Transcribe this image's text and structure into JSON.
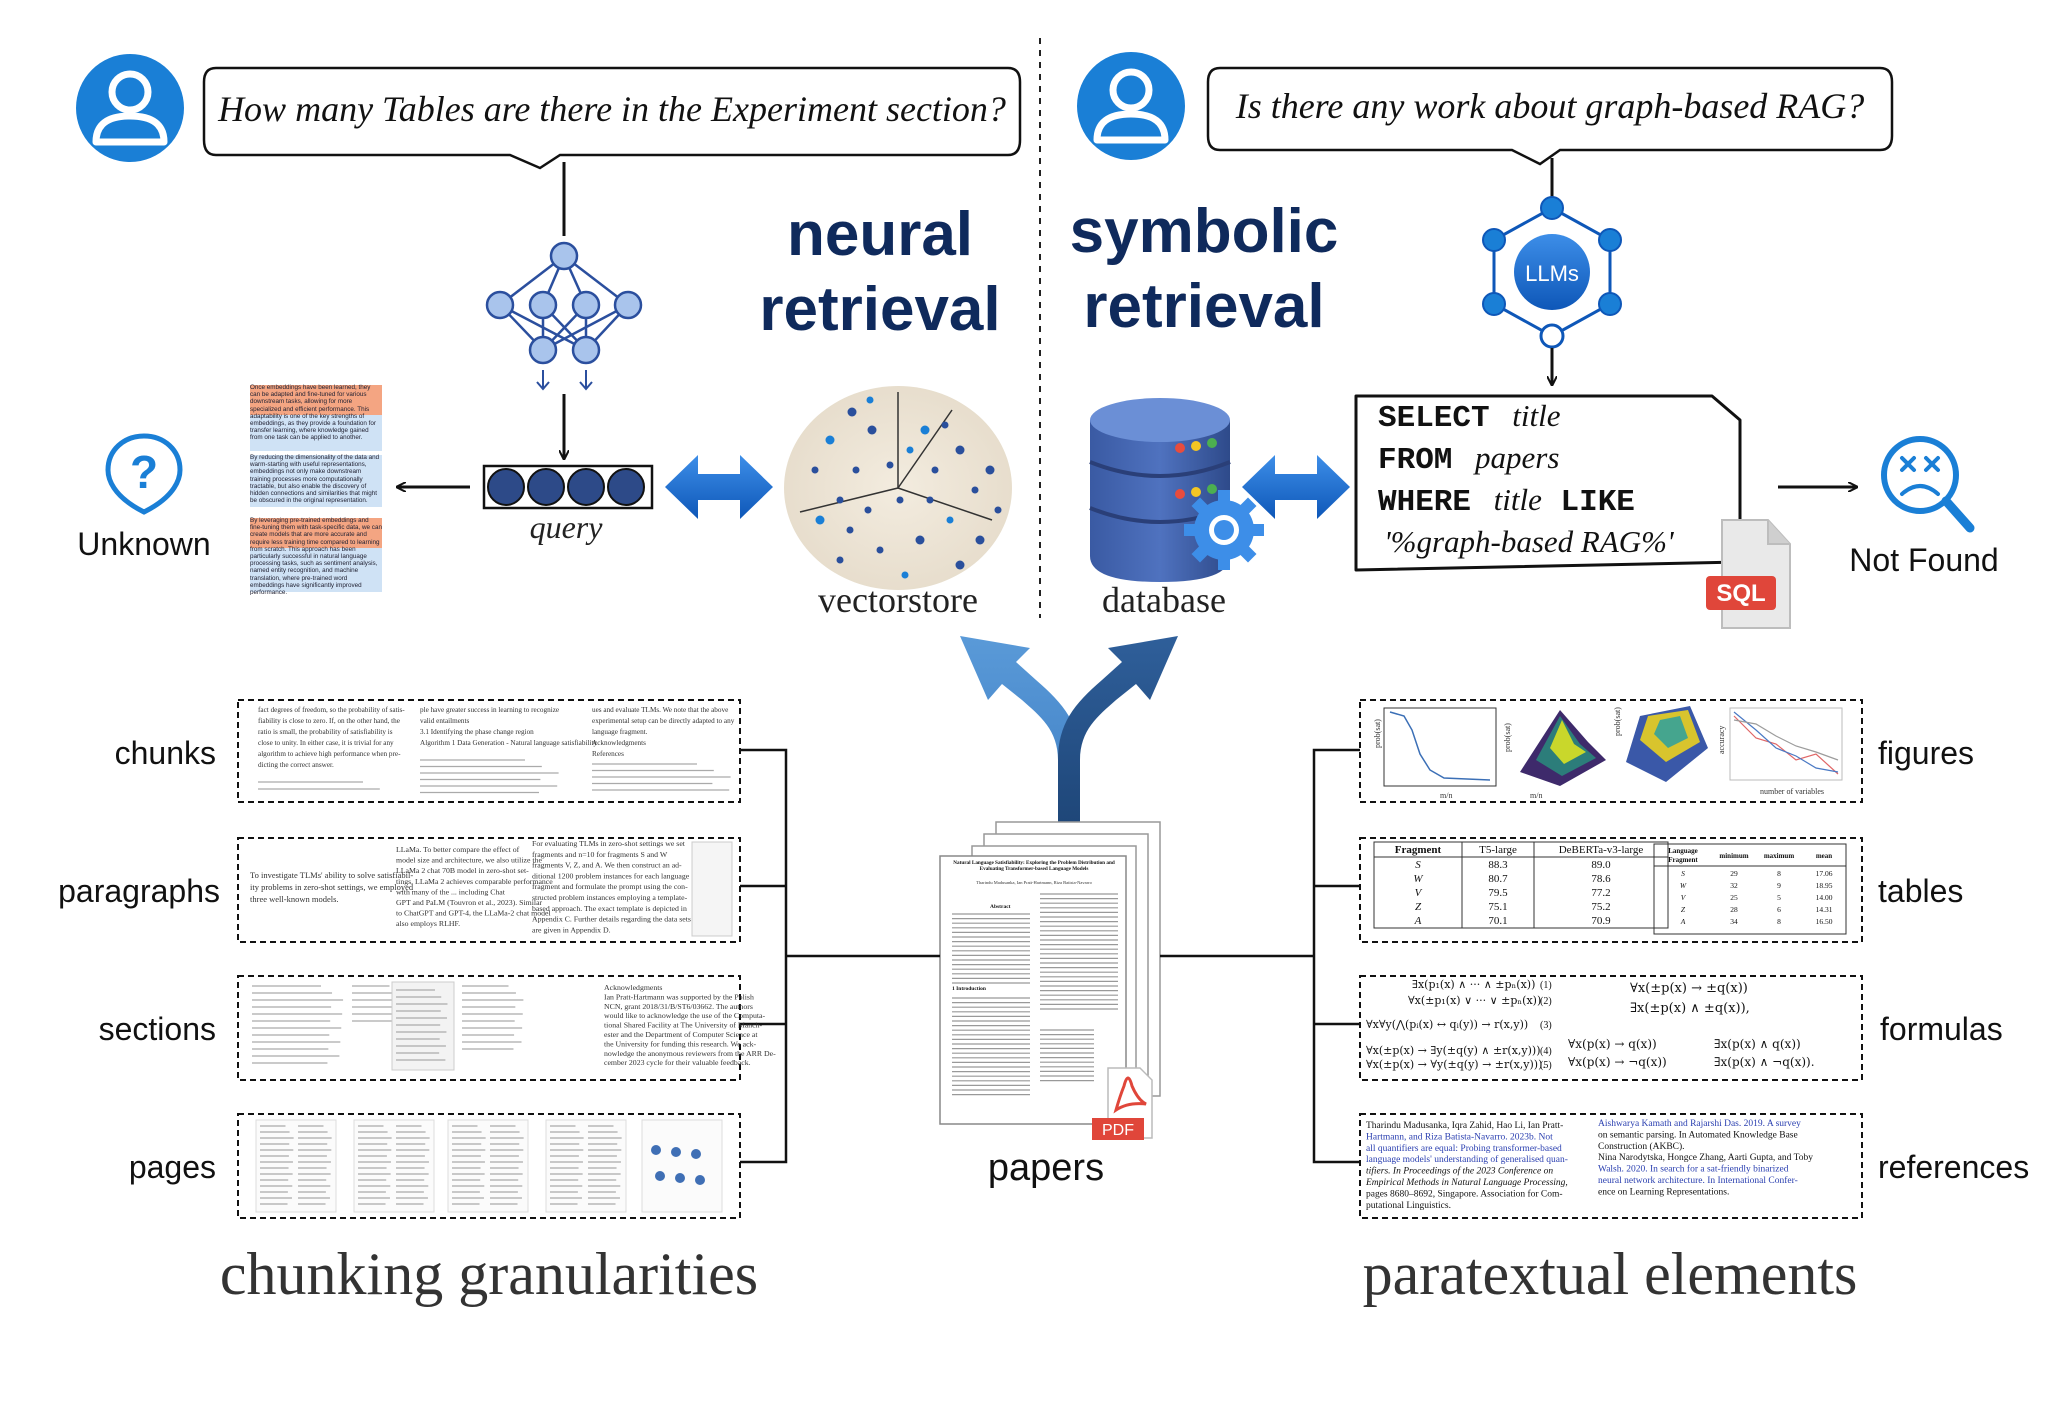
{
  "left_panel": {
    "question": "How many Tables are there in the Experiment section?",
    "title_line1": "neural",
    "title_line2": "retrieval",
    "query_label": "query",
    "unknown_label": "Unknown",
    "vectorstore_label": "vectorstore",
    "chunk_texts": [
      "Once embeddings have been learned, they can be adapted and fine-tuned for various downstream tasks, allowing for more specialized and efficient performance. This adaptability is one of the key strengths of embeddings, as they provide a foundation for transfer learning, where knowledge gained from one task can be applied to another.",
      "By reducing the dimensionality of the data and warm-starting with useful representations, embeddings not only make downstream training processes more computationally tractable, but also enable the discovery of hidden connections and similarities that might be obscured in the original representation.",
      "By leveraging pre-trained embeddings and fine-tuning them with task-specific data, we can create models that are more accurate and require less training time compared to learning from scratch. This approach has been particularly successful in natural language processing tasks, such as sentiment analysis, named entity recognition, and machine translation, where pre-trained word embeddings have significantly improved performance."
    ]
  },
  "right_panel": {
    "question": "Is there any work about graph-based RAG?",
    "title_line1": "symbolic",
    "title_line2": "retrieval",
    "llm_label": "LLMs",
    "database_label": "database",
    "not_found_label": "Not Found",
    "sql_badge": "SQL",
    "sql": {
      "line1_kw": "SELECT",
      "line1_val": "title",
      "line2_kw": "FROM",
      "line2_val": "papers",
      "line3_kw1": "WHERE",
      "line3_val": "title",
      "line3_kw2": "LIKE",
      "line4_val": "'%graph-based RAG%'"
    }
  },
  "bottom": {
    "papers_label": "papers",
    "pdf_badge": "PDF",
    "chunking_title": "chunking granularities",
    "paratextual_title": "paratextual elements",
    "granularities": [
      "chunks",
      "paragraphs",
      "sections",
      "pages"
    ],
    "elements": [
      "figures",
      "tables",
      "formulas",
      "references"
    ]
  },
  "sample_content": {
    "chunks_text": [
      "fact degrees of freedom, so the probability of satis-",
      "fiability is close to zero. If, on the other hand, the",
      "ratio is small, the probability of satisfiability is",
      "close to unity. In either case, it is trivial for any",
      "algorithm to achieve high performance when pre-",
      "dicting the correct answer."
    ],
    "chunks_mid": [
      "ple have greater success in learning to recognize",
      "valid entailments",
      "3.1 Identifying the phase change region",
      "Algorithm 1 Data Generation - Natural language satisfiability"
    ],
    "chunks_right": [
      "ues and evaluate TLMs. We note that the above",
      "experimental setup can be directly adapted to any",
      "language fragment.",
      "Acknowledgments",
      "References"
    ],
    "paragraphs_left": [
      "To investigate TLMs' ability to solve satisfiabil-",
      "ity problems in zero-shot settings, we employed",
      "three well-known models."
    ],
    "paragraphs_mid": [
      "LLaMa. To better compare the effect of",
      "model size and architecture, we also utilize the",
      "LLaMa 2 chat 70B model in zero-shot set-",
      "tings. LLaMa 2 achieves comparable performance",
      "with many of the ... including Chat",
      "GPT and PaLM (Touvron et al., 2023). Similar",
      "to ChatGPT and GPT-4, the LLaMa-2 chat model",
      "also employs RLHF."
    ],
    "paragraphs_right": [
      "For evaluating TLMs in zero-shot settings we set",
      "fragments and n=10 for fragments S and W",
      "fragments V, Z, and A. We then construct an ad-",
      "ditional 1200 problem instances for each language",
      "fragment and formulate the prompt using the con-",
      "structed problem instances employing a template-",
      "based approach. The exact template is depicted in",
      "Appendix C. Further details regarding the data sets",
      "are given in Appendix D."
    ],
    "sections_right": [
      "Acknowledgments",
      "Ian Pratt-Hartmann was supported by the Polish",
      "NCN, grant 2018/31/B/ST6/03662. The authors",
      "would like to acknowledge the use of the Computa-",
      "tional Shared Facility at The University of Manch-",
      "ester and the Department of Computer Science at",
      "the University for funding this research. We ack-",
      "nowledge the anonymous reviewers from the ARR De-",
      "cember 2023 cycle for their valuable feedback."
    ],
    "figure_labels": [
      "prob(sat)",
      "m/n",
      "prob(sat)",
      "m/n",
      "prob(sat)",
      "accuracy",
      "number of variables"
    ],
    "table1": {
      "headers": [
        "Fragment",
        "T5-large",
        "DeBERTa-v3-large"
      ],
      "rows": [
        [
          "S",
          "88.3",
          "89.0"
        ],
        [
          "W",
          "80.7",
          "78.6"
        ],
        [
          "V",
          "79.5",
          "77.2"
        ],
        [
          "Z",
          "75.1",
          "75.2"
        ],
        [
          "A",
          "70.1",
          "70.9"
        ]
      ]
    },
    "table2": {
      "headers": [
        "Language Fragment",
        "minimum",
        "maximum",
        "mean"
      ],
      "rows": [
        [
          "S",
          "29",
          "8",
          "17.06"
        ],
        [
          "W",
          "32",
          "9",
          "18.95"
        ],
        [
          "V",
          "25",
          "5",
          "14.00"
        ],
        [
          "Z",
          "28",
          "6",
          "14.31"
        ],
        [
          "A",
          "34",
          "8",
          "16.50"
        ]
      ]
    },
    "formulas_left": [
      "∃x(p₁(x) ∧ ··· ∧ ±pₙ(x))",
      "∀x(±p₁(x) ∨ ··· ∨ ±pₙ(x))",
      "∀x∀y(⋀(pᵢ(x) ↔ qᵢ(y)) → r(x,y))",
      "∀x(±p(x) → ∃y(±q(y) ∧ ±r(x,y)))",
      "∀x(±p(x) → ∀y(±q(y) → ±r(x,y)))."
    ],
    "formula_nums": [
      "(1)",
      "(2)",
      "(3)",
      "(4)",
      "(5)"
    ],
    "formulas_right": [
      "∀x(±p(x) → ±q(x))",
      "∃x(±p(x) ∧ ±q(x)),",
      "∀x(p(x) → q(x))",
      "∀x(p(x) → ¬q(x))",
      "∃x(p(x) ∧ q(x))",
      "∃x(p(x) ∧ ¬q(x))."
    ],
    "refs_left": [
      "Tharindu Madusanka, Iqra Zahid, Hao Li, Ian Pratt-",
      "Hartmann, and Riza Batista-Navarro. 2023b. Not",
      "all quantifiers are equal: Probing transformer-based",
      "language models' understanding of generalised quan-",
      "tifiers. In Proceedings of the 2023 Conference on",
      "Empirical Methods in Natural Language Processing,",
      "pages 8680–8692, Singapore. Association for Com-",
      "putational Linguistics."
    ],
    "refs_right": [
      "Aishwarya Kamath and Rajarshi Das. 2019. A survey",
      "on semantic parsing. In Automated Knowledge Base",
      "Construction (AKBC).",
      "Nina Narodytska, Hongce Zhang, Aarti Gupta, and Toby",
      "Walsh. 2020. In search for a sat-friendly binarized",
      "neural network architecture. In International Confer-",
      "ence on Learning Representations."
    ],
    "paper_title": "Natural Language Satisfiability: Exploring the Problem Distribution and Evaluating Transformer-based Language Models",
    "paper_authors": "Tharindu Madusanka, Ian Pratt-Hartmann, Riza Batista-Navarro",
    "paper_abstract_head": "Abstract",
    "paper_intro_head": "1 Introduction"
  },
  "colors": {
    "accent_blue": "#1a7fd6",
    "title_navy": "#0f2a5c",
    "node_fill": "#a9c4ec",
    "node_stroke": "#2b4f9e",
    "highlight_orange": "#f4a582",
    "highlight_blue": "#cfe2f5",
    "sql_red": "#e0463a"
  },
  "icons": [
    "user-icon",
    "neural-network-icon",
    "llm-network-icon",
    "question-mark-icon",
    "sad-search-icon",
    "database-icon",
    "gear-icon",
    "sql-file-icon",
    "pdf-icon",
    "double-arrow-icon",
    "merge-arrow-icon"
  ]
}
